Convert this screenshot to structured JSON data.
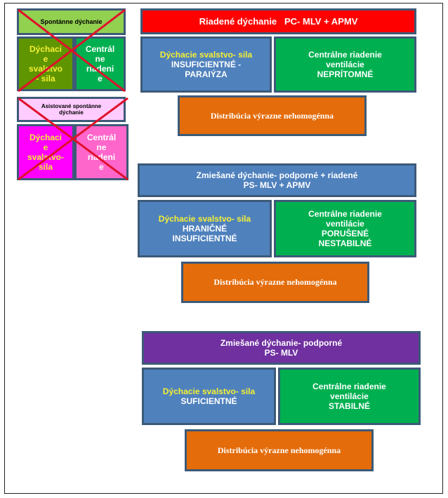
{
  "colors": {
    "red": "#ff0000",
    "blue": "#4f81bd",
    "green": "#00b050",
    "orange": "#e46c0a",
    "purple": "#7030a0",
    "lightgreen": "#92d050",
    "olive": "#5f9500",
    "magenta": "#ff00ff",
    "pink": "#ff66cc",
    "lavender": "#ffccff",
    "yellow_text": "#f5f033",
    "cross": "#e0112b",
    "border": "#3c5a78"
  },
  "left": {
    "spontaneous": {
      "header": "Spontánne dýchanie",
      "breathing": [
        "Dýchaci",
        "e",
        "svalstvo",
        "- sila"
      ],
      "control": [
        "Centrál",
        "ne",
        "riadeni",
        "e"
      ]
    },
    "assisted": {
      "header": [
        "Asistované spontánne",
        "dýchanie"
      ],
      "breathing": [
        "Dýchaci",
        "e",
        "svalstvo-",
        "sila"
      ],
      "control": [
        "Centrál",
        "ne",
        "riadeni",
        "e"
      ]
    }
  },
  "sections": [
    {
      "header": [
        "Riadené dýchanie   PC- MLV + APMV"
      ],
      "breathing_title": "Dýchacie svalstvo- sila",
      "breathing_state": [
        "INSUFICIENTNÉ -",
        "PARAIÝZA"
      ],
      "control_title": [
        "Centrálne riadenie",
        "ventilácie"
      ],
      "control_state": [
        "NEPRÍTOMNÉ"
      ],
      "distribution": "Distribúcia výrazne nehomogénna"
    },
    {
      "header": [
        "Zmiešané dýchanie- podporné + riadené",
        "PS- MLV + APMV"
      ],
      "breathing_title": "Dýchacie svalstvo- sila",
      "breathing_state": [
        "HRANIČNÉ",
        "INSUFICIENTNÉ"
      ],
      "control_title": [
        "Centrálne riadenie",
        "ventilácie"
      ],
      "control_state": [
        "PORUŠENÉ",
        "NESTABILNÉ"
      ],
      "distribution": "Distribúcia výrazne nehomogénna"
    },
    {
      "header": [
        "Zmiešané dýchanie- podporné",
        "PS- MLV"
      ],
      "breathing_title": "Dýchacie svalstvo- sila",
      "breathing_state": [
        "SUFICIENTNÉ"
      ],
      "control_title": [
        "Centrálne riadenie",
        "ventilácie"
      ],
      "control_state": [
        "STABILNÉ"
      ],
      "distribution": "Distribúcia výrazne nehomogénna"
    }
  ]
}
